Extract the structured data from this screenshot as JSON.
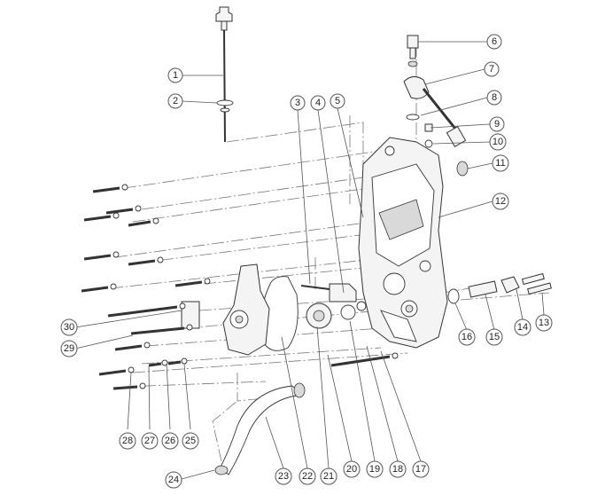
{
  "diagram": {
    "type": "exploded-parts-diagram",
    "callouts": [
      {
        "id": "c1",
        "label": "1"
      },
      {
        "id": "c2",
        "label": "2"
      },
      {
        "id": "c3",
        "label": "3"
      },
      {
        "id": "c4",
        "label": "4"
      },
      {
        "id": "c5",
        "label": "5"
      },
      {
        "id": "c6",
        "label": "6"
      },
      {
        "id": "c7",
        "label": "7"
      },
      {
        "id": "c8",
        "label": "8"
      },
      {
        "id": "c9",
        "label": "9"
      },
      {
        "id": "c10",
        "label": "10"
      },
      {
        "id": "c11",
        "label": "11"
      },
      {
        "id": "c12",
        "label": "12"
      },
      {
        "id": "c13",
        "label": "13"
      },
      {
        "id": "c14",
        "label": "14"
      },
      {
        "id": "c15",
        "label": "15"
      },
      {
        "id": "c16",
        "label": "16"
      },
      {
        "id": "c17",
        "label": "17"
      },
      {
        "id": "c18",
        "label": "18"
      },
      {
        "id": "c19",
        "label": "19"
      },
      {
        "id": "c20",
        "label": "20"
      },
      {
        "id": "c21",
        "label": "21"
      },
      {
        "id": "c22",
        "label": "22"
      },
      {
        "id": "c23",
        "label": "23"
      },
      {
        "id": "c24",
        "label": "24"
      },
      {
        "id": "c25",
        "label": "25"
      },
      {
        "id": "c26",
        "label": "26"
      },
      {
        "id": "c27",
        "label": "27"
      },
      {
        "id": "c28",
        "label": "28"
      },
      {
        "id": "c29",
        "label": "29"
      },
      {
        "id": "c30",
        "label": "30"
      }
    ]
  }
}
